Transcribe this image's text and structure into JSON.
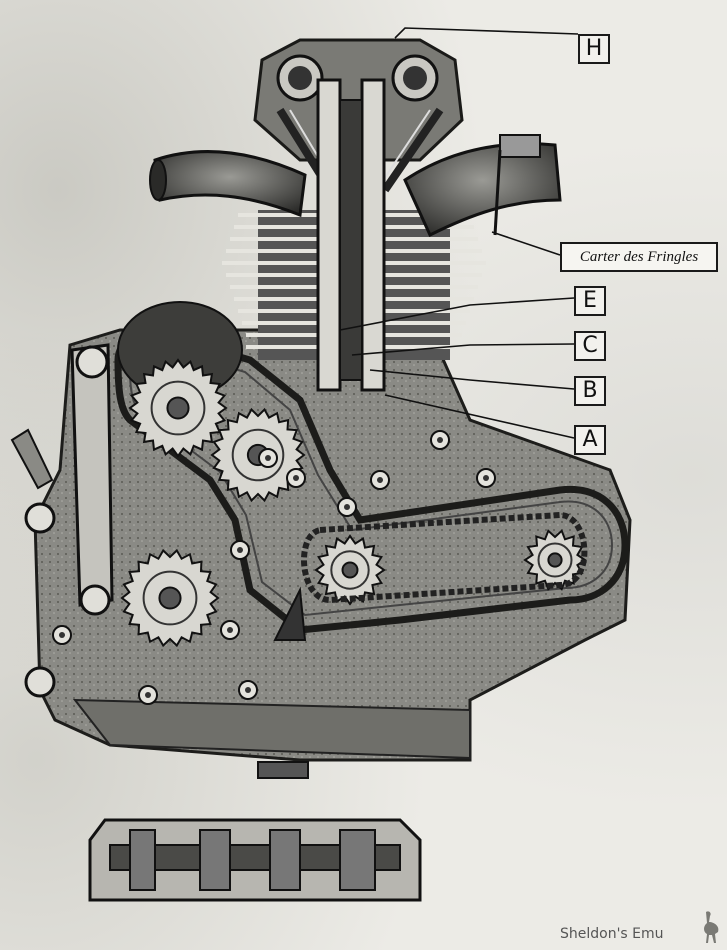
{
  "callouts": {
    "H": "H",
    "E": "E",
    "C": "C",
    "B": "B",
    "A": "A",
    "carter": "Carter des Fringles"
  },
  "watermark": "Sheldon's Emu",
  "icons": {
    "watermark_mark": "emu-icon"
  }
}
